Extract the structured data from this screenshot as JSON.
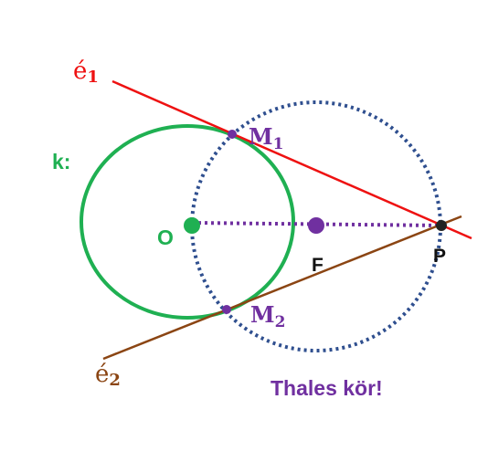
{
  "labels": {
    "e1_base": "é",
    "e1_sub": "1",
    "e2_base": "é",
    "e2_sub": "2",
    "k": "k:",
    "O": "O",
    "F": "F",
    "P": "P",
    "M1_base": "M",
    "M1_sub": "1",
    "M2_base": "M",
    "M2_sub": "2",
    "thales": "Thales kör!"
  },
  "colors": {
    "circle_k": "#1fb052",
    "thales_circle": "#2f4f8f",
    "tangent_e1": "#ee1111",
    "tangent_e2": "#8b4513",
    "segment_OP": "#7030a0",
    "point_O": "#1fb052",
    "point_F": "#7030a0",
    "points_M": "#7030a0",
    "point_P": "#222222",
    "label_black": "#111111"
  }
}
